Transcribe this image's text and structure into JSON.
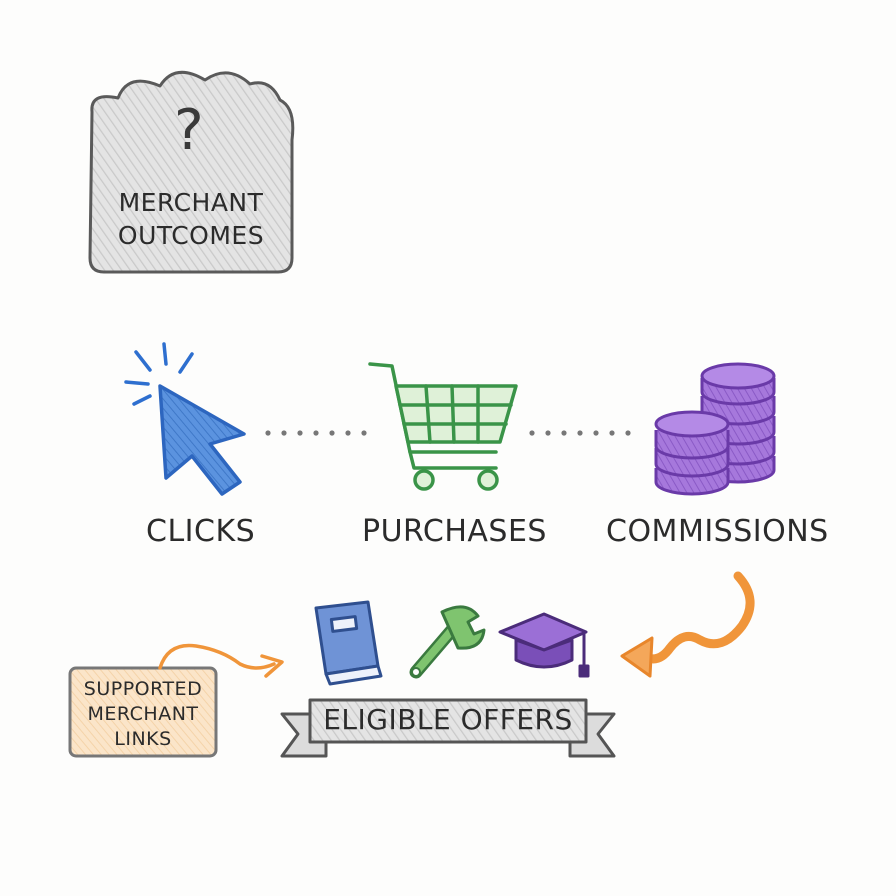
{
  "cloud": {
    "symbol": "?",
    "line1": "MERCHANT",
    "line2": "OUTCOMES"
  },
  "steps": [
    {
      "label": "CLICKS",
      "icon": "cursor-click-icon",
      "color": "#3d7bd1"
    },
    {
      "label": "PURCHASES",
      "icon": "shopping-cart-icon",
      "color": "#3f9a4d"
    },
    {
      "label": "COMMISSIONS",
      "icon": "coin-stack-icon",
      "color": "#8a55c8"
    }
  ],
  "note": {
    "line1": "SUPPORTED",
    "line2": "MERCHANT",
    "line3": "LINKS",
    "fill": "#fbe3c6"
  },
  "offers": {
    "label": "ELIGIBLE OFFERS",
    "icons": [
      "book-icon",
      "wrench-icon",
      "graduation-cap-icon"
    ]
  },
  "colors": {
    "accent_orange": "#f0953a",
    "cloud_gray": "#d9d9d9",
    "ink": "#2b2b2b"
  }
}
